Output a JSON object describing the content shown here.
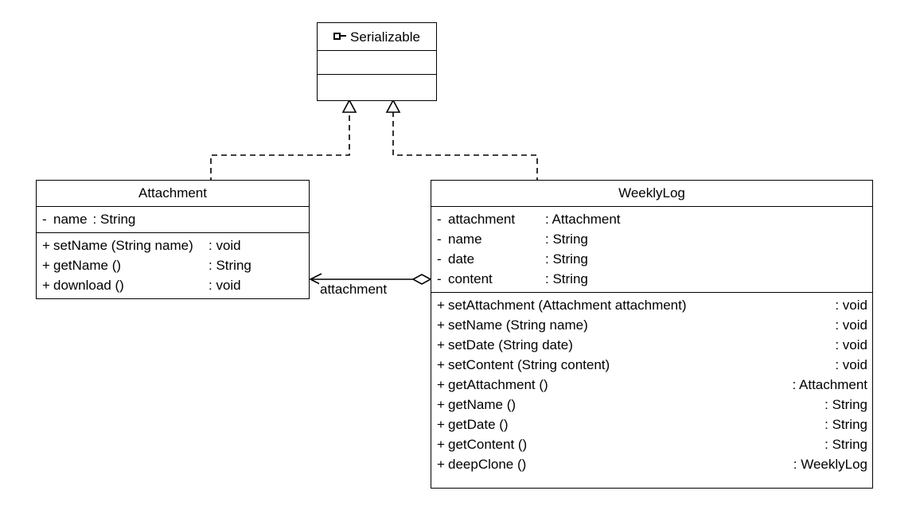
{
  "diagram": {
    "type": "uml-class-diagram",
    "background": "#ffffff",
    "line_color": "#000000"
  },
  "classes": {
    "serializable": {
      "name": "Serializable",
      "stereotype_icon": "interface-icon",
      "attributes": [],
      "methods": []
    },
    "attachment": {
      "name": "Attachment",
      "attributes": [
        {
          "visibility": "-",
          "name": "name",
          "type": ": String"
        }
      ],
      "methods": [
        {
          "visibility": "+",
          "name": "setName (String name)",
          "type": ": void"
        },
        {
          "visibility": "+",
          "name": "getName ()",
          "type": ": String"
        },
        {
          "visibility": "+",
          "name": "download ()",
          "type": ": void"
        }
      ]
    },
    "weeklylog": {
      "name": "WeeklyLog",
      "attributes": [
        {
          "visibility": "-",
          "name": "attachment",
          "type": ": Attachment"
        },
        {
          "visibility": "-",
          "name": "name",
          "type": ": String"
        },
        {
          "visibility": "-",
          "name": "date",
          "type": ": String"
        },
        {
          "visibility": "-",
          "name": "content",
          "type": ": String"
        }
      ],
      "methods": [
        {
          "visibility": "+",
          "name": "setAttachment (Attachment attachment)",
          "type": ": void"
        },
        {
          "visibility": "+",
          "name": "setName (String name)",
          "type": ": void"
        },
        {
          "visibility": "+",
          "name": "setDate (String date)",
          "type": ": void"
        },
        {
          "visibility": "+",
          "name": "setContent (String content)",
          "type": ": void"
        },
        {
          "visibility": "+",
          "name": "getAttachment ()",
          "type": ": Attachment"
        },
        {
          "visibility": "+",
          "name": "getName ()",
          "type": ": String"
        },
        {
          "visibility": "+",
          "name": "getDate ()",
          "type": ": String"
        },
        {
          "visibility": "+",
          "name": "getContent ()",
          "type": ": String"
        },
        {
          "visibility": "+",
          "name": "deepClone ()",
          "type": ": WeeklyLog"
        }
      ]
    }
  },
  "relationships": {
    "aggregation": {
      "label": "attachment",
      "from": "WeeklyLog",
      "to": "Attachment",
      "kind": "aggregation"
    },
    "realization_attachment": {
      "from": "Attachment",
      "to": "Serializable",
      "kind": "realization"
    },
    "realization_weeklylog": {
      "from": "WeeklyLog",
      "to": "Serializable",
      "kind": "realization"
    }
  }
}
